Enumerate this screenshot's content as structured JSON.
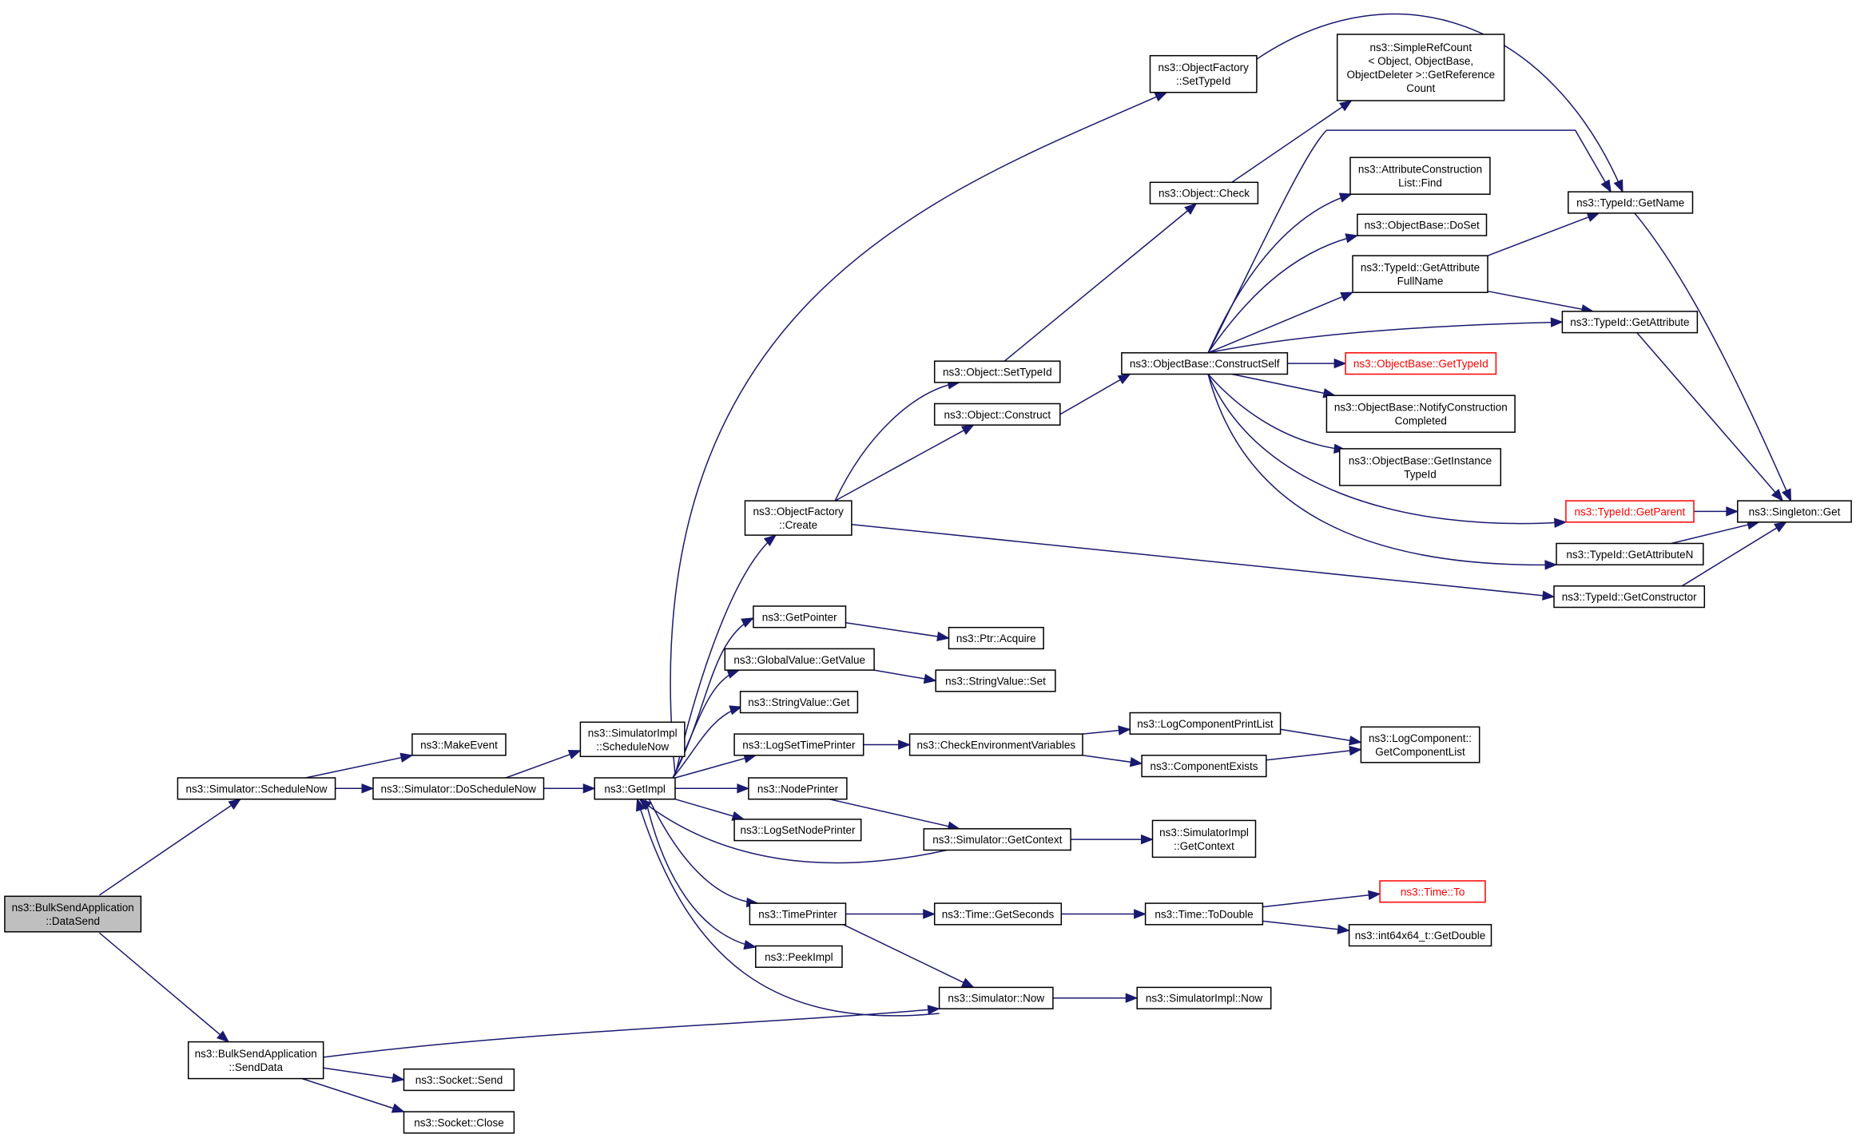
{
  "colors": {
    "edge": "#191970",
    "node_border": "#000000",
    "root_fill": "#bfbfbf",
    "external_border": "#ff0000"
  },
  "nodes": {
    "bulksend_datasend": [
      "ns3::BulkSendApplication",
      "::DataSend"
    ],
    "sim_schedulenow": [
      "ns3::Simulator::ScheduleNow"
    ],
    "makeevent": [
      "ns3::MakeEvent"
    ],
    "sim_doschedulenow": [
      "ns3::Simulator::DoScheduleNow"
    ],
    "simimpl_schedulenow": [
      "ns3::SimulatorImpl",
      "::ScheduleNow"
    ],
    "getimpl": [
      "ns3::GetImpl"
    ],
    "objfactory_create": [
      "ns3::ObjectFactory",
      "::Create"
    ],
    "objfactory_settypeid": [
      "ns3::ObjectFactory",
      "::SetTypeId"
    ],
    "simplerefcount": [
      "ns3::SimpleRefCount",
      "< Object, ObjectBase,",
      "ObjectDeleter >::GetReference",
      "Count"
    ],
    "object_check": [
      "ns3::Object::Check"
    ],
    "object_settypeid": [
      "ns3::Object::SetTypeId"
    ],
    "object_construct": [
      "ns3::Object::Construct"
    ],
    "objbase_constructself": [
      "ns3::ObjectBase::ConstructSelf"
    ],
    "attrconstr_find": [
      "ns3::AttributeConstruction",
      "List::Find"
    ],
    "objbase_doset": [
      "ns3::ObjectBase::DoSet"
    ],
    "typeid_getattrfullname": [
      "ns3::TypeId::GetAttribute",
      "FullName"
    ],
    "typeid_getname": [
      "ns3::TypeId::GetName"
    ],
    "typeid_getattribute": [
      "ns3::TypeId::GetAttribute"
    ],
    "objbase_gettypeid": [
      "ns3::ObjectBase::GetTypeId"
    ],
    "objbase_notify": [
      "ns3::ObjectBase::NotifyConstruction",
      "Completed"
    ],
    "objbase_getinstance": [
      "ns3::ObjectBase::GetInstance",
      "TypeId"
    ],
    "typeid_getparent": [
      "ns3::TypeId::GetParent"
    ],
    "singleton_get": [
      "ns3::Singleton::Get"
    ],
    "typeid_getattributen": [
      "ns3::TypeId::GetAttributeN"
    ],
    "typeid_getconstructor": [
      "ns3::TypeId::GetConstructor"
    ],
    "getpointer": [
      "ns3::GetPointer"
    ],
    "ptr_acquire": [
      "ns3::Ptr::Acquire"
    ],
    "globalvalue_getvalue": [
      "ns3::GlobalValue::GetValue"
    ],
    "stringvalue_set": [
      "ns3::StringValue::Set"
    ],
    "stringvalue_get": [
      "ns3::StringValue::Get"
    ],
    "logsettimeprinter": [
      "ns3::LogSetTimePrinter"
    ],
    "checkenvvars": [
      "ns3::CheckEnvironmentVariables"
    ],
    "logcompprintlist": [
      "ns3::LogComponentPrintList"
    ],
    "componentexists": [
      "ns3::ComponentExists"
    ],
    "logcomp_getlist": [
      "ns3::LogComponent::",
      "GetComponentList"
    ],
    "nodeprinter": [
      "ns3::NodePrinter"
    ],
    "logsetnodeprinter": [
      "ns3::LogSetNodePrinter"
    ],
    "sim_getcontext": [
      "ns3::Simulator::GetContext"
    ],
    "simimpl_getcontext": [
      "ns3::SimulatorImpl",
      "::GetContext"
    ],
    "timeprinter": [
      "ns3::TimePrinter"
    ],
    "time_getseconds": [
      "ns3::Time::GetSeconds"
    ],
    "time_todouble": [
      "ns3::Time::ToDouble"
    ],
    "time_to": [
      "ns3::Time::To"
    ],
    "int64_getdouble": [
      "ns3::int64x64_t::GetDouble"
    ],
    "peekimpl": [
      "ns3::PeekImpl"
    ],
    "sim_now": [
      "ns3::Simulator::Now"
    ],
    "simimpl_now": [
      "ns3::SimulatorImpl::Now"
    ],
    "bulksend_senddata": [
      "ns3::BulkSendApplication",
      "::SendData"
    ],
    "socket_send": [
      "ns3::Socket::Send"
    ],
    "socket_close": [
      "ns3::Socket::Close"
    ]
  }
}
